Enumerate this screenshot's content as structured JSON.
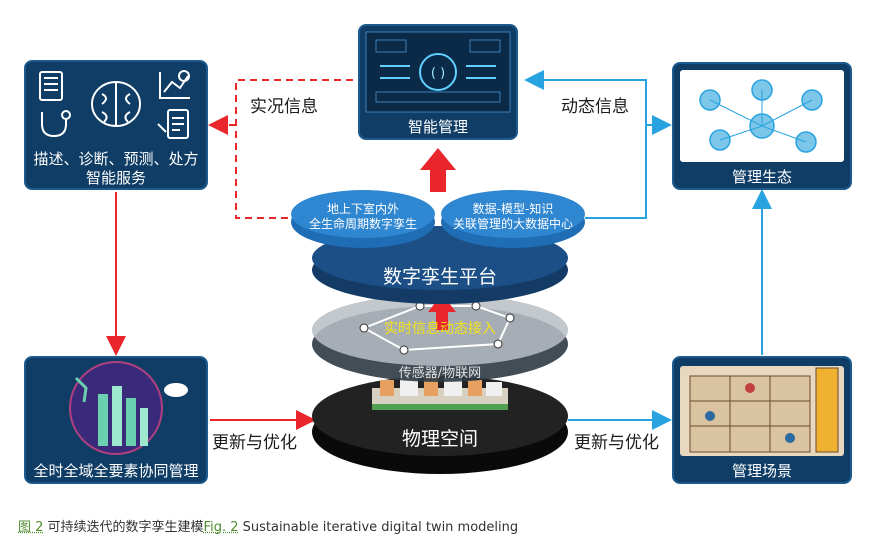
{
  "boxes": {
    "smart_management": "智能管理",
    "smart_service": "描述、诊断、预测、处方\n智能服务",
    "management_ecology": "管理生态",
    "full_coordination": "全时全域全要素协同管理",
    "management_scene": "管理场景"
  },
  "labels": {
    "live_info": "实况信息",
    "dynamic_info": "动态信息",
    "update_optimize_left": "更新与优化",
    "update_optimize_right": "更新与优化"
  },
  "platform": {
    "left_disc": "地上下室内外\n全生命周期数字孪生",
    "right_disc": "数据-模型-知识\n关联管理的大数据中心",
    "title": "数字孪生平台",
    "realtime": "实时信息动态接入",
    "sensors": "传感器/物联网",
    "physical": "物理空间"
  },
  "caption": {
    "fig_cn": "图 2",
    "text_cn": " 可持续迭代的数字孪生建模",
    "fig_en": "Fig. 2",
    "text_en": " Sustainable iterative digital twin modeling"
  },
  "colors": {
    "box_bg": "#0f3d66",
    "red_arrow": "#e8262c",
    "blue_arrow": "#29a3e0",
    "disc_blue": "#1e6db5",
    "realtime_text": "#f2e21a"
  }
}
